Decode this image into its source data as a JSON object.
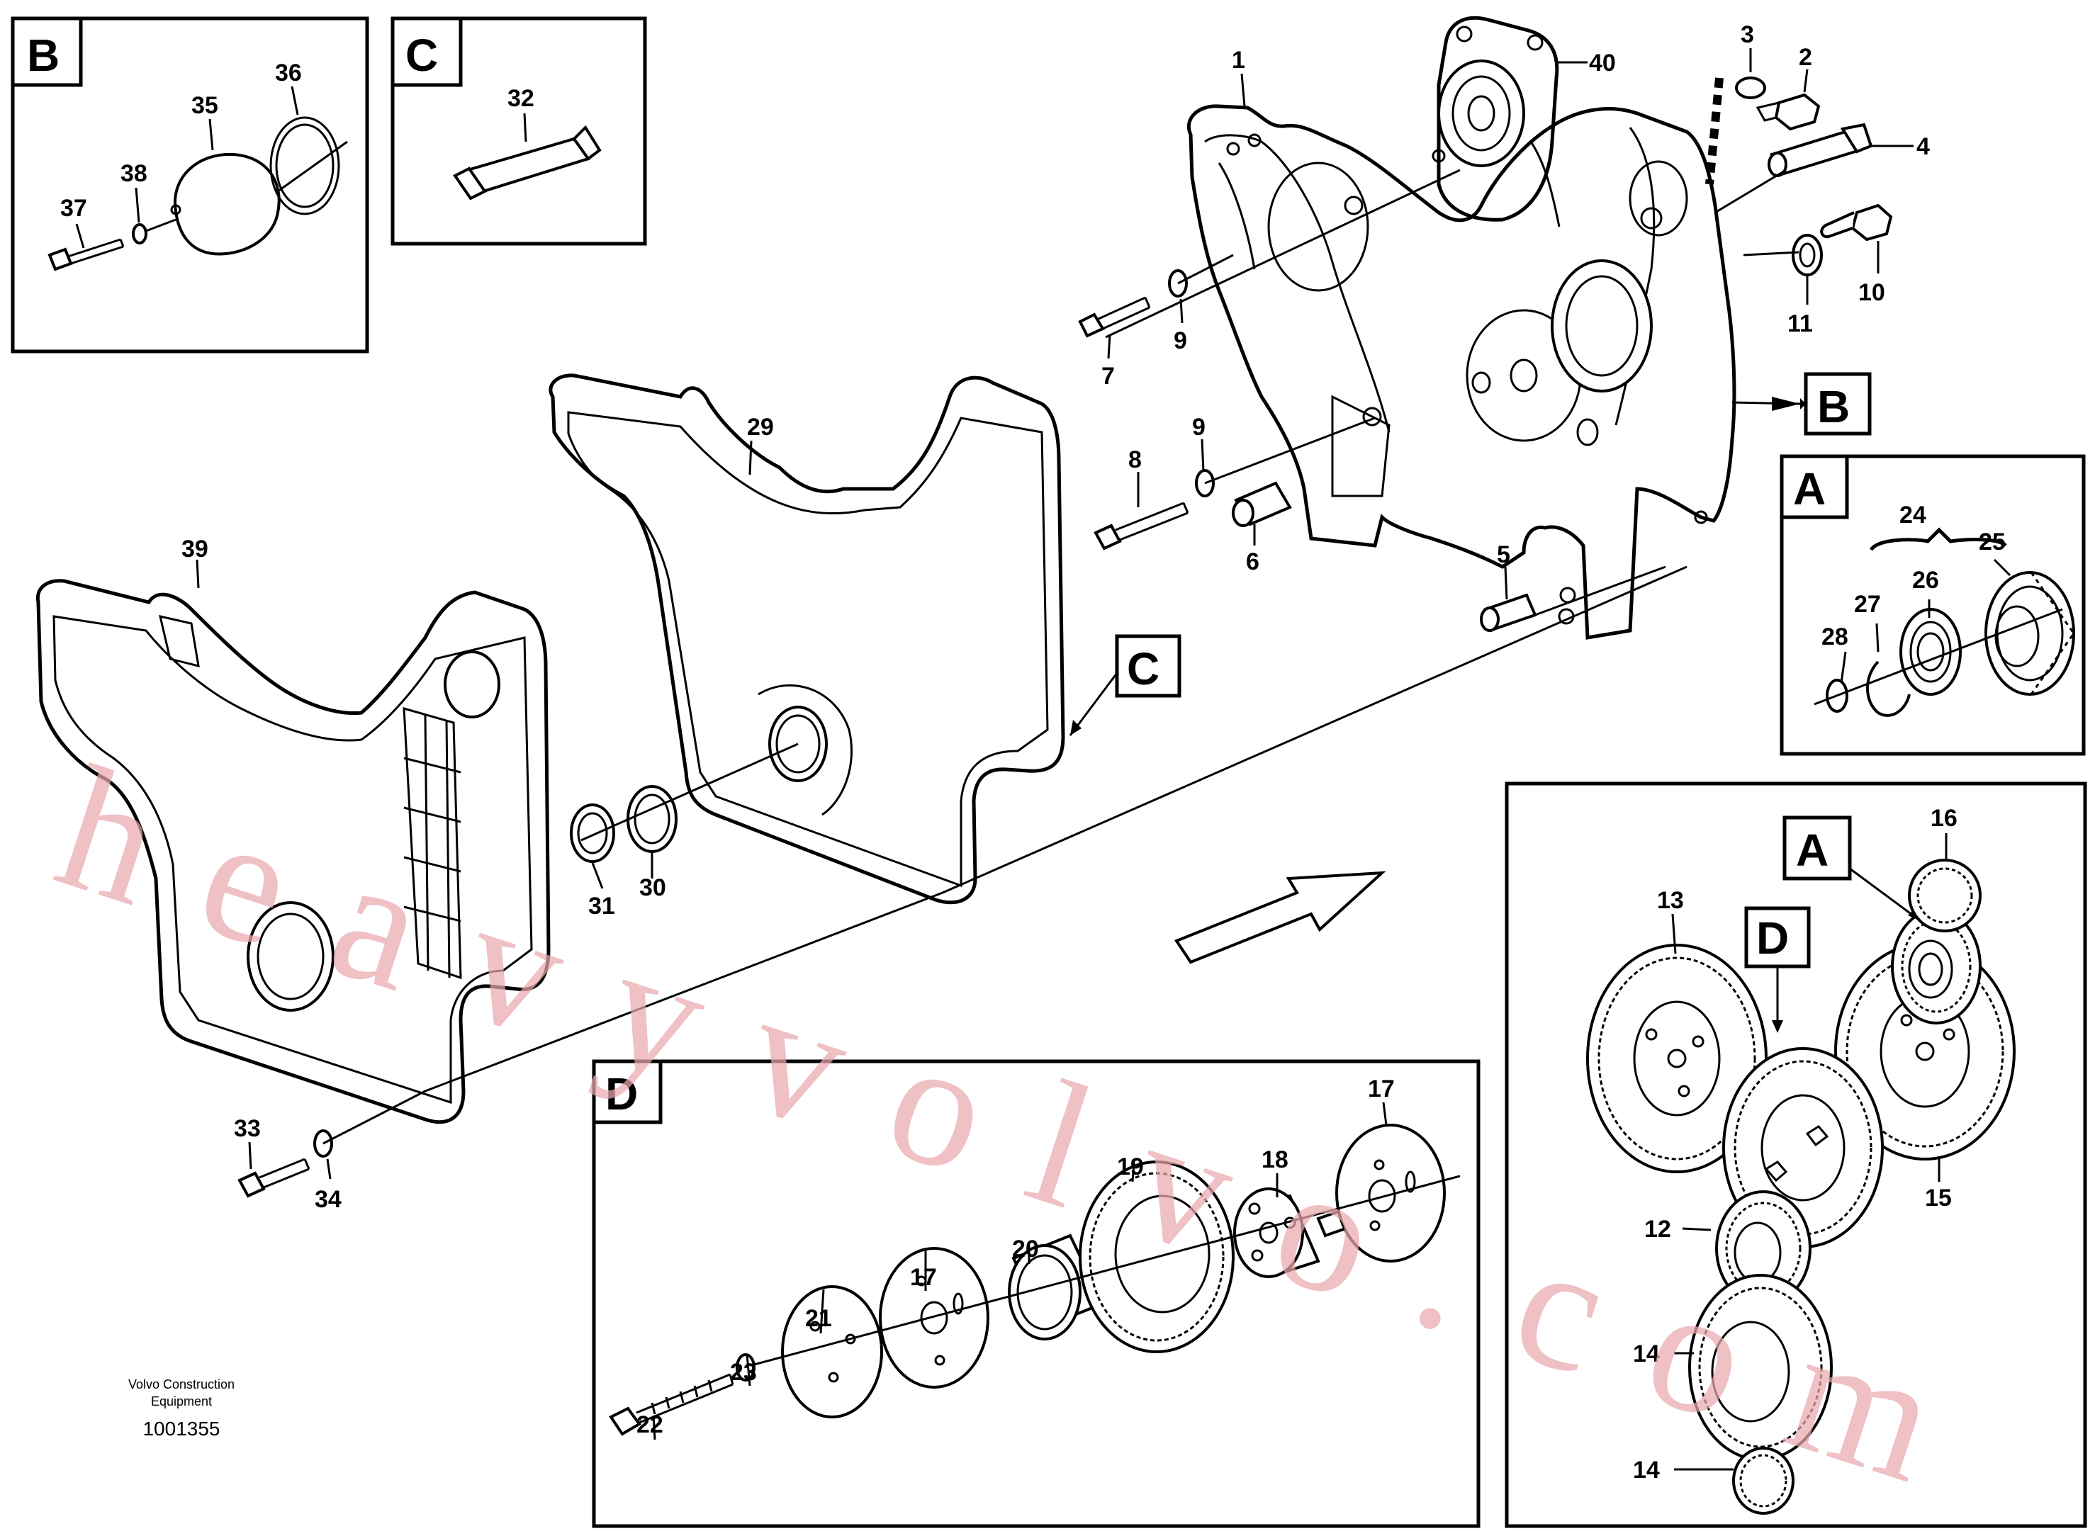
{
  "footer": {
    "company_line1": "Volvo Construction",
    "company_line2": "Equipment",
    "drawing_number": "1001355"
  },
  "watermark": "heavyvolvo.com",
  "detail_labels": {
    "B_top": "B",
    "C_top": "C",
    "B_side": "B",
    "A_box": "A",
    "C_mid": "C",
    "A_gear": "A",
    "D_gear": "D",
    "D_box": "D"
  },
  "callouts": {
    "n1": "1",
    "n2": "2",
    "n3": "3",
    "n4": "4",
    "n5": "5",
    "n6": "6",
    "n7": "7",
    "n8": "8",
    "n9a": "9",
    "n9b": "9",
    "n10": "10",
    "n11": "11",
    "n12": "12",
    "n13": "13",
    "n14a": "14",
    "n14b": "14",
    "n15": "15",
    "n16": "16",
    "n17a": "17",
    "n17b": "17",
    "n18": "18",
    "n19": "19",
    "n20": "20",
    "n21": "21",
    "n22": "22",
    "n23": "23",
    "n24": "24",
    "n25": "25",
    "n26": "26",
    "n27": "27",
    "n28": "28",
    "n29": "29",
    "n30": "30",
    "n31": "31",
    "n32": "32",
    "n33": "33",
    "n34": "34",
    "n35": "35",
    "n36": "36",
    "n37": "37",
    "n38": "38",
    "n39": "39",
    "n40": "40"
  },
  "colors": {
    "line": "#000000",
    "background": "#ffffff",
    "watermark": "#e9a7ad"
  }
}
